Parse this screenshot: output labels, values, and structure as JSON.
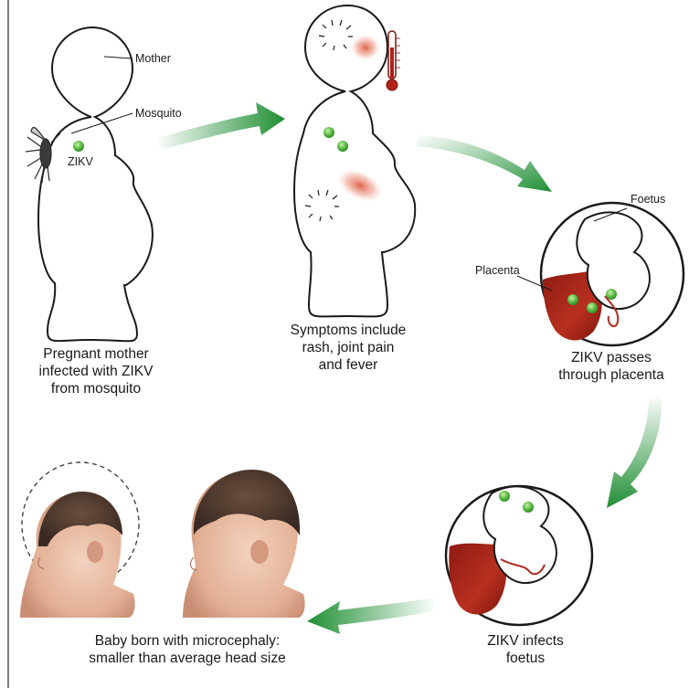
{
  "stage1": {
    "labels": {
      "mother": "Mother",
      "mosquito": "Mosquito",
      "virus": "ZIKV"
    },
    "caption": "Pregnant mother\ninfected with ZIKV\nfrom mosquito"
  },
  "stage2": {
    "caption": "Symptoms include\nrash, joint pain\nand fever"
  },
  "stage3": {
    "labels": {
      "foetus": "Foetus",
      "placenta": "Placenta"
    },
    "caption": "ZIKV passes\nthrough placenta"
  },
  "stage4": {
    "caption": "ZIKV infects\nfoetus"
  },
  "stage5": {
    "caption": "Baby born with microcephaly:\nsmaller than average head size"
  },
  "colors": {
    "arrow_green": "#2e9a3e",
    "virus_green": "#5dbb45",
    "placenta_red": "#b3281e",
    "rash_red": "#e06040",
    "outline": "#1a1a1a"
  },
  "icons": [
    "thermometer-icon",
    "mosquito-icon",
    "joint-pain-icon",
    "rash-icon",
    "virus-particle-icon"
  ]
}
